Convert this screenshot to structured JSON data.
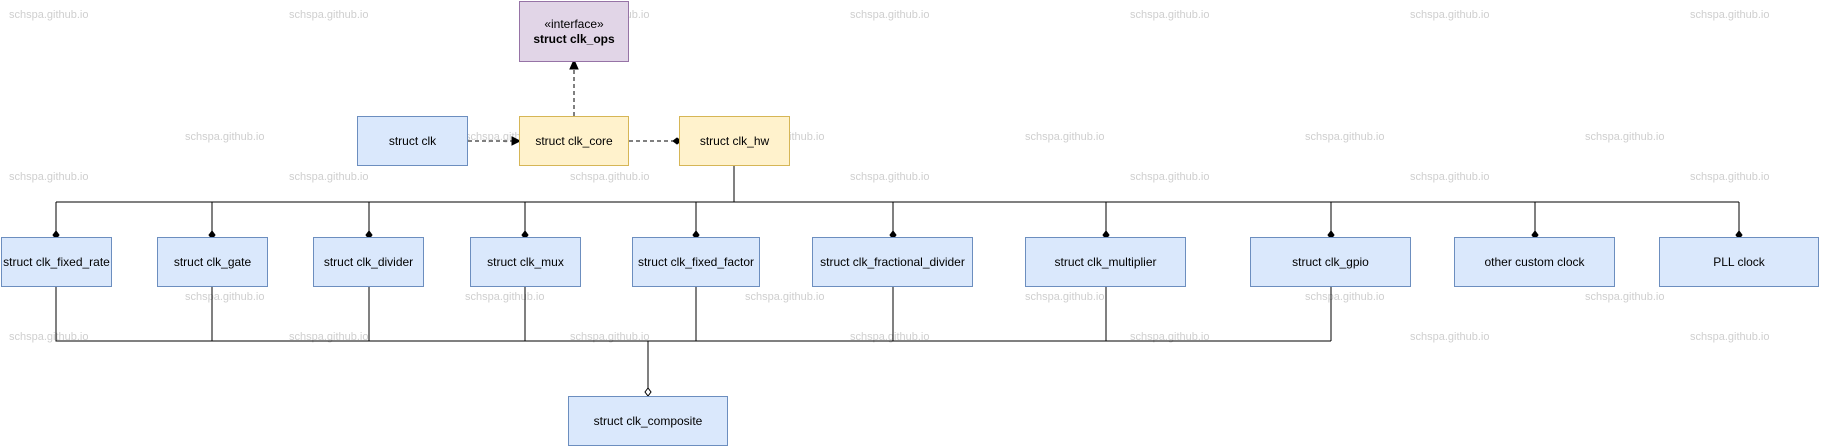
{
  "watermark": "schspa.github.io",
  "nodes": {
    "clk_ops": {
      "stereotype": "«interface»",
      "name": "struct clk_ops"
    },
    "clk": "struct clk",
    "clk_core": "struct clk_core",
    "clk_hw": "struct clk_hw",
    "fixed_rate": "struct clk_fixed_rate",
    "gate": "struct clk_gate",
    "divider": "struct clk_divider",
    "mux": "struct clk_mux",
    "fixed_factor": "struct clk_fixed_factor",
    "fractional_divider": "struct clk_fractional_divider",
    "multiplier": "struct clk_multiplier",
    "gpio": "struct clk_gpio",
    "custom": "other custom clock",
    "pll": "PLL clock",
    "composite": "struct clk_composite"
  },
  "colors": {
    "blue_fill": "#dae8fc",
    "blue_stroke": "#6c8ebf",
    "yellow_fill": "#fff2cc",
    "yellow_stroke": "#d6b656",
    "purple_fill": "#e1d5e7",
    "purple_stroke": "#9673a6",
    "watermark": "#cfcfcf"
  }
}
